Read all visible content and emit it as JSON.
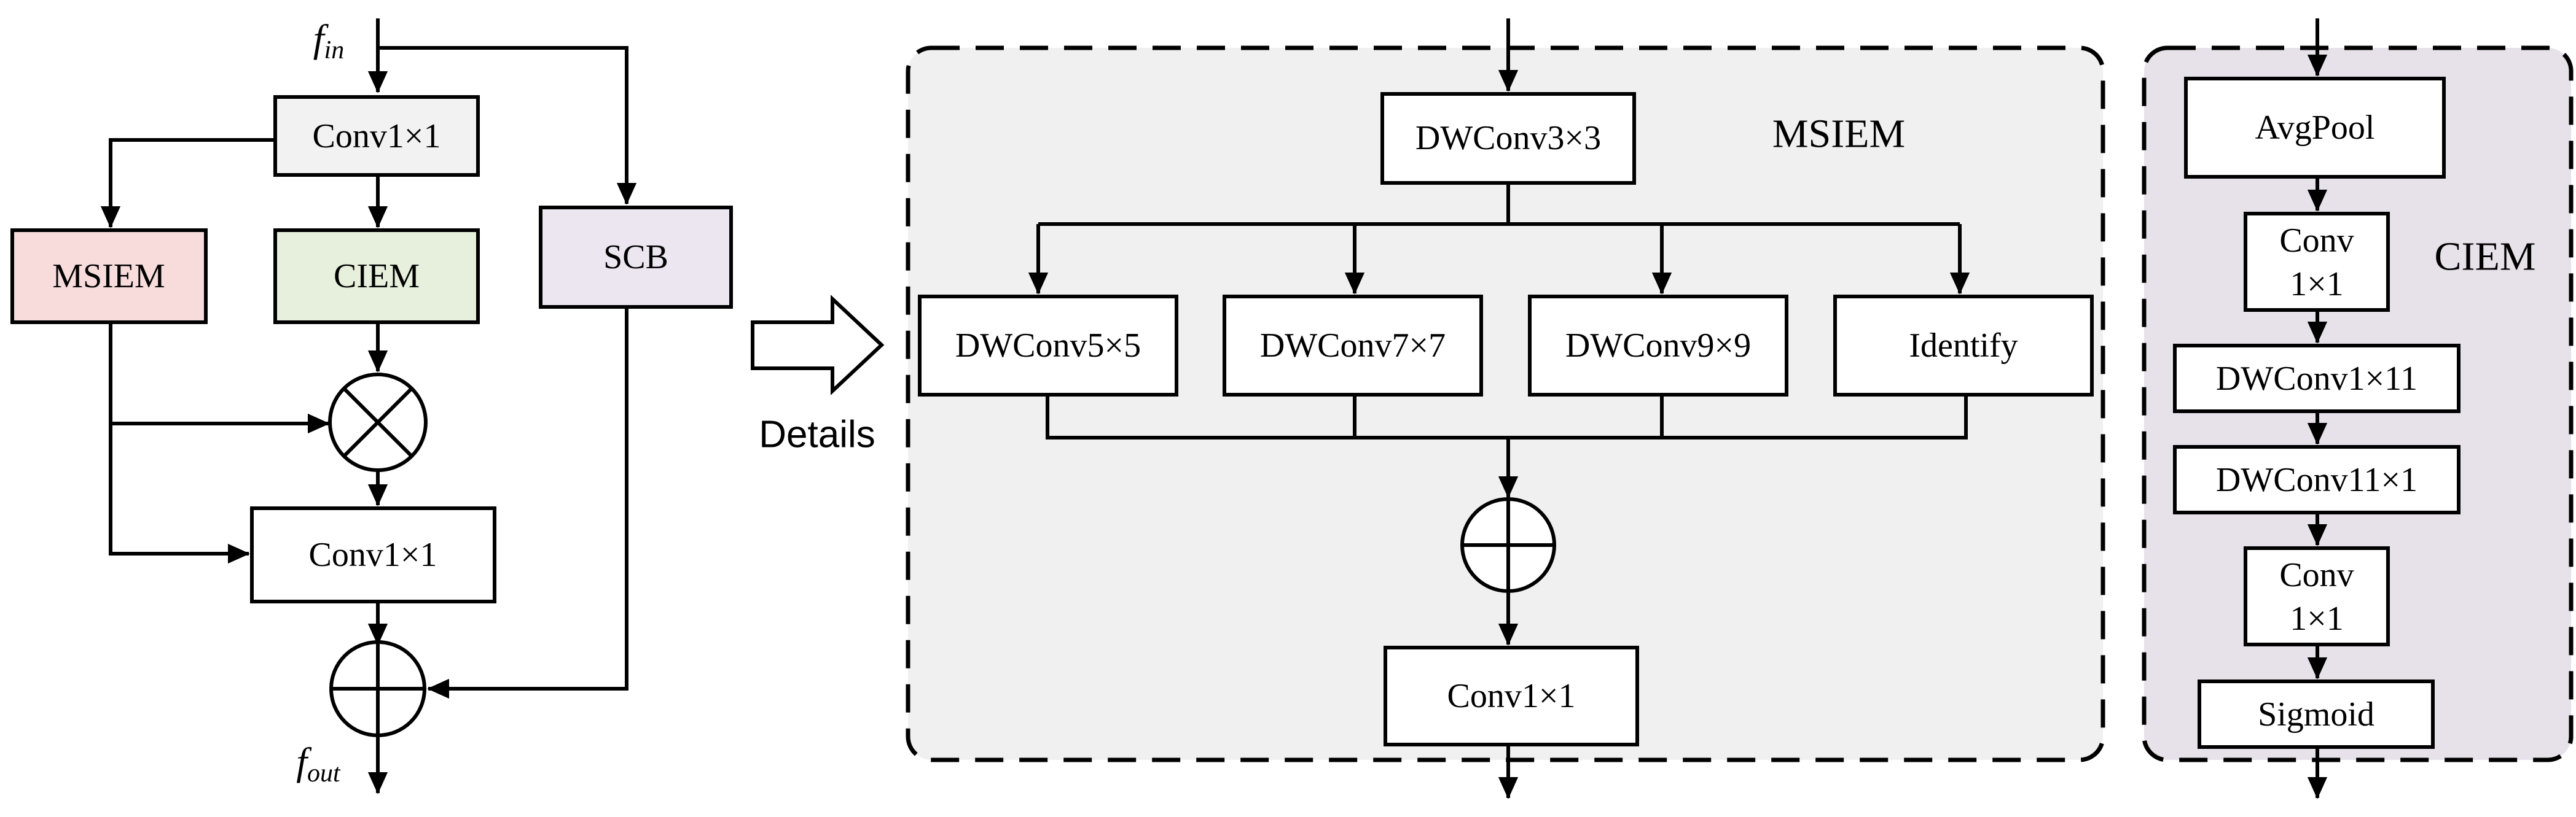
{
  "colors": {
    "line": "#000000",
    "box_default": "#ffffff",
    "conv_in_box": "#f2f2f2",
    "msiem_box": "#f8dcdc",
    "ciem_box": "#e6f0dc",
    "scb_box": "#ece6f0",
    "msiem_panel": "#f0f0f0",
    "ciem_panel": "#e7e2ea"
  },
  "icons": {
    "multiply": "circle-times-icon",
    "add": "circle-plus-icon",
    "details_arrow": "hollow-right-arrow-icon"
  },
  "left": {
    "input_label_base": "f",
    "input_label_sub": "in",
    "output_label_base": "f",
    "output_label_sub": "out",
    "conv_in": "Conv1×1",
    "msiem": "MSIEM",
    "ciem": "CIEM",
    "scb": "SCB",
    "conv_mid": "Conv1×1"
  },
  "details_label": "Details",
  "msiem_panel": {
    "title": "MSIEM",
    "dwconv_top": "DWConv3×3",
    "branches": [
      "DWConv5×5",
      "DWConv7×7",
      "DWConv9×9",
      "Identify"
    ],
    "conv_out": "Conv1×1"
  },
  "ciem_panel": {
    "title": "CIEM",
    "avgpool": "AvgPool",
    "conv1_line1": "Conv",
    "conv1_line2": "1×1",
    "dwconv_1x11": "DWConv1×11",
    "dwconv_11x1": "DWConv11×1",
    "conv2_line1": "Conv",
    "conv2_line2": "1×1",
    "sigmoid": "Sigmoid"
  }
}
